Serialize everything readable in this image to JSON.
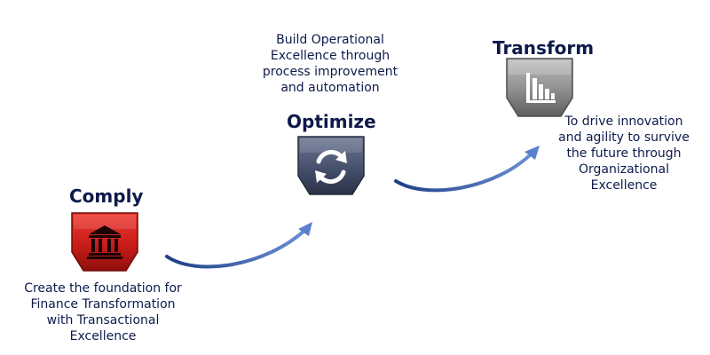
{
  "steps": [
    {
      "id": "comply",
      "title": "Comply",
      "description": "Create the foundation for Finance Transformation with Transactional Excellence",
      "icon": "bank-icon",
      "color": "#cc1f1a"
    },
    {
      "id": "optimize",
      "title": "Optimize",
      "description": "Build Operational Excellence through process improvement and automation",
      "icon": "refresh-icon",
      "color": "#46506b"
    },
    {
      "id": "transform",
      "title": "Transform",
      "description": "To drive innovation and agility to survive the future through Organizational Excellence",
      "icon": "bar-chart-icon",
      "color": "#8e8e8e"
    }
  ],
  "colors": {
    "title": "#0d1a4a",
    "arrow": "#2e56a8"
  }
}
